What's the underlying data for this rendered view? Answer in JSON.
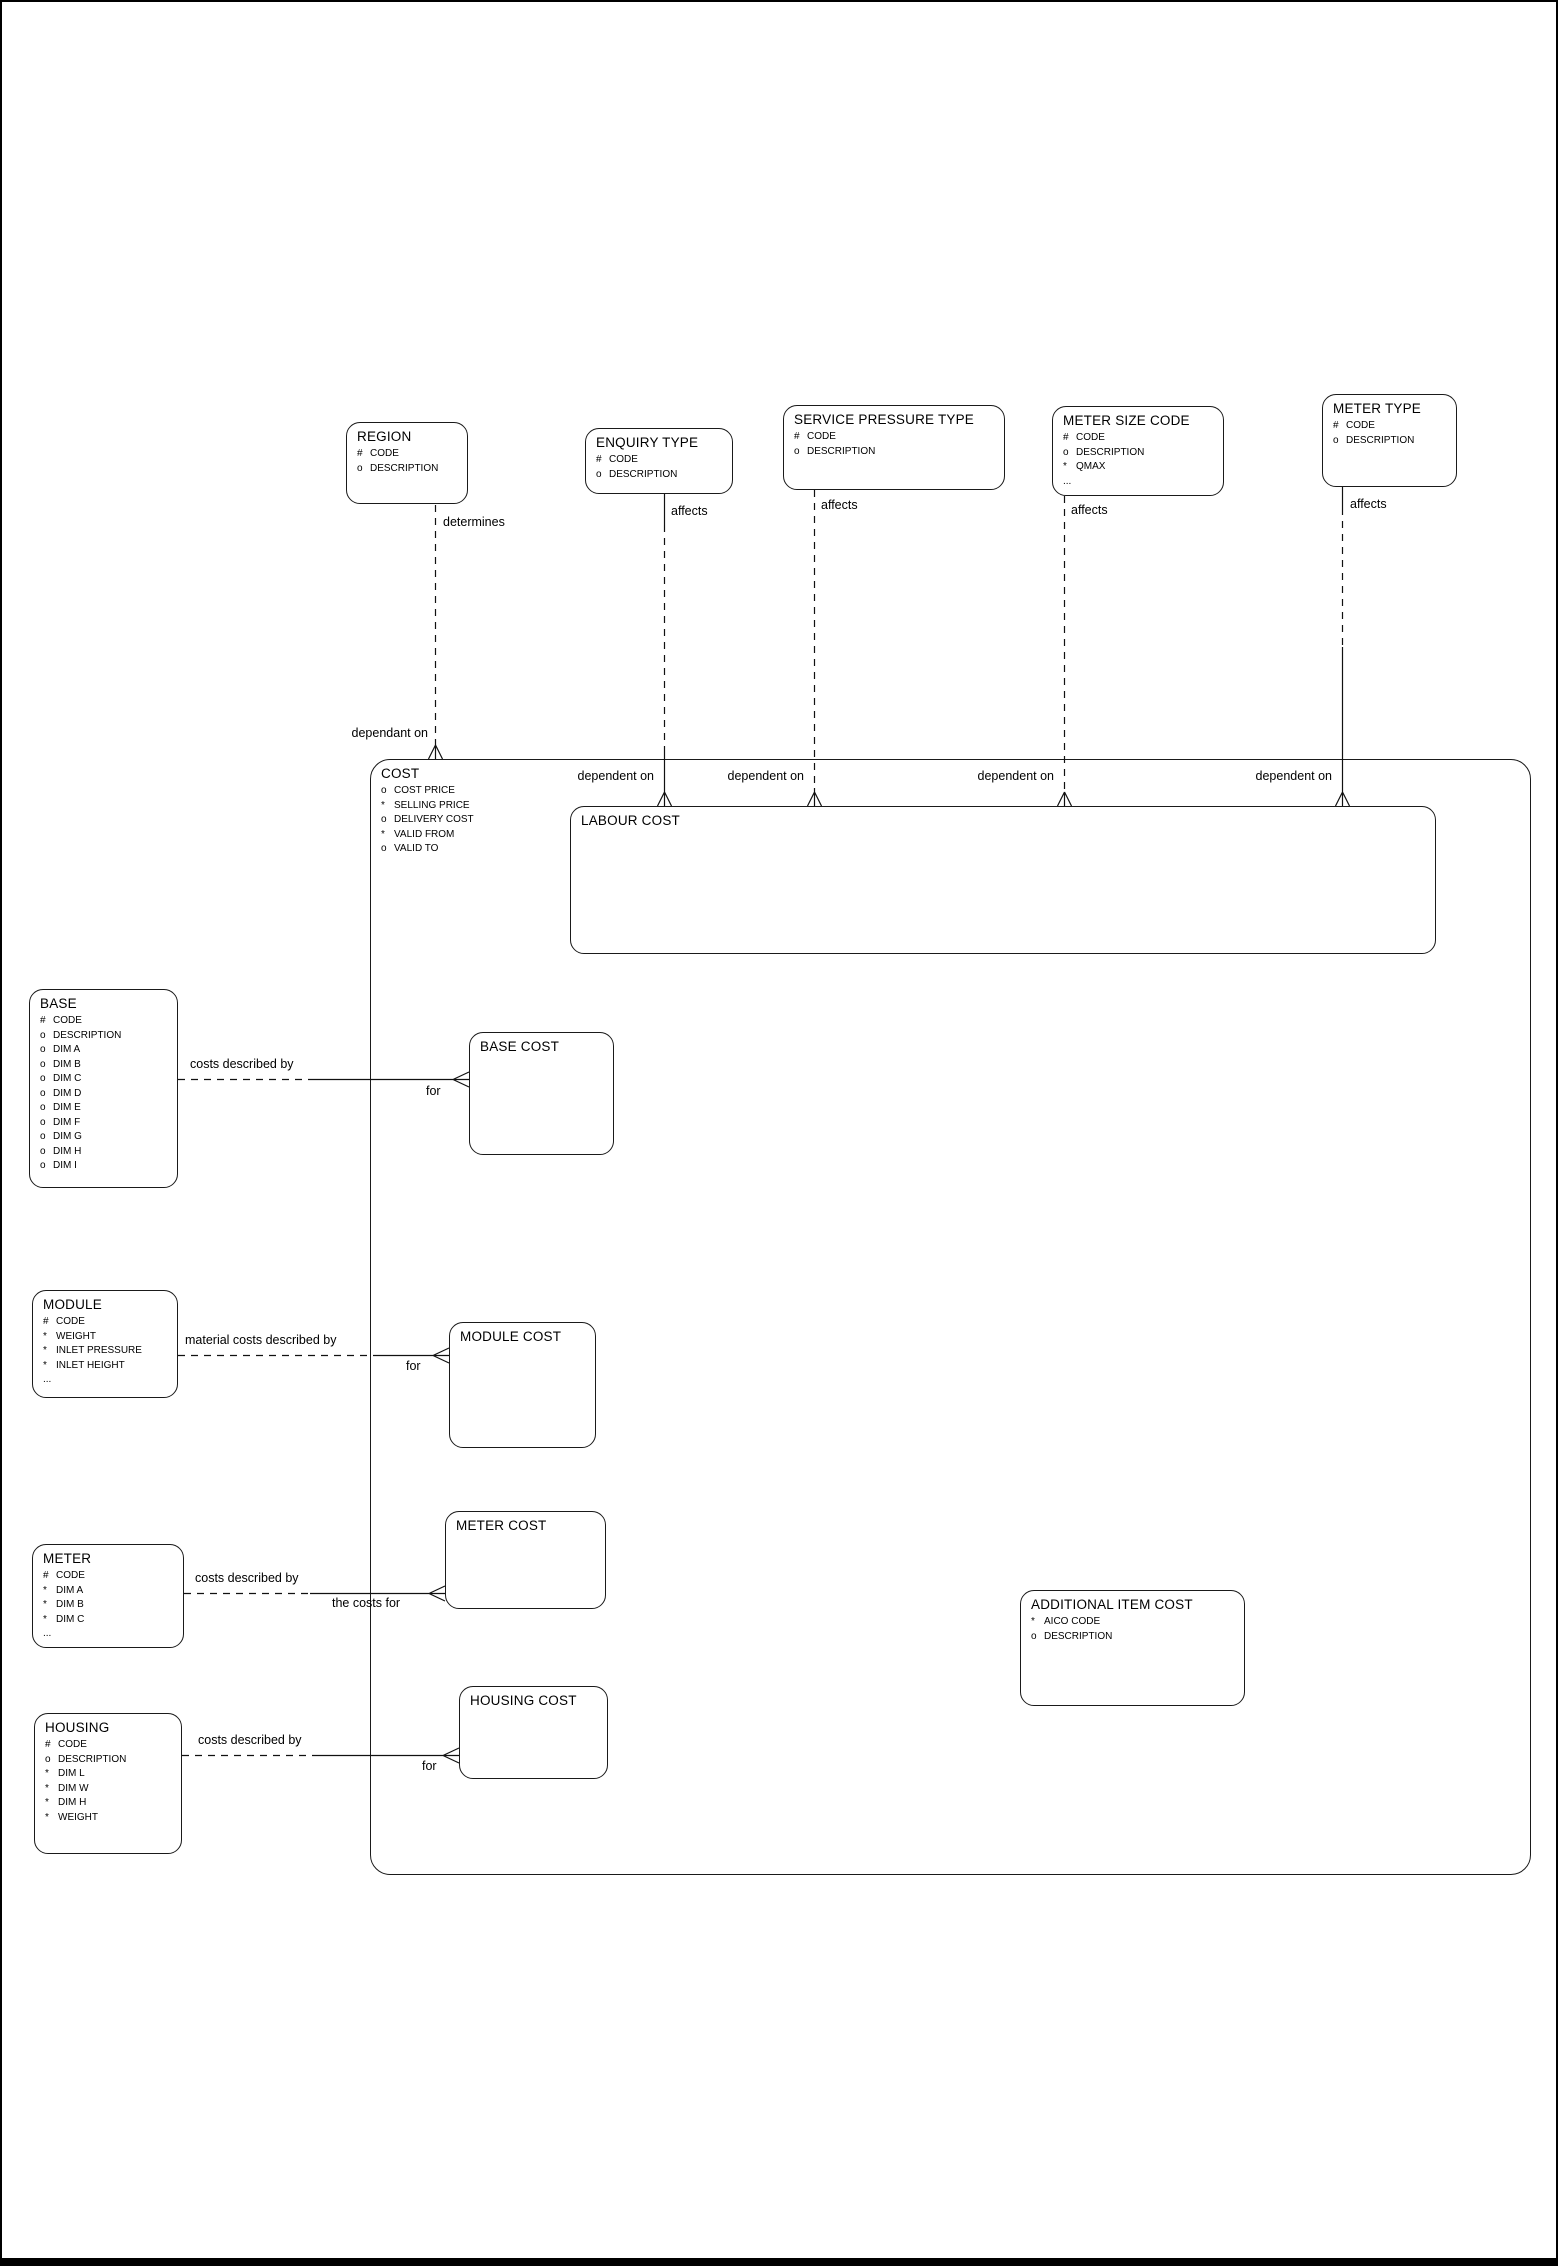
{
  "diagram": {
    "colors": {
      "line": "#000000",
      "background": "#ffffff"
    },
    "entities": {
      "region": {
        "title": "REGION",
        "attrs": [
          {
            "m": "#",
            "n": "CODE"
          },
          {
            "m": "o",
            "n": "DESCRIPTION"
          }
        ]
      },
      "enquiry_type": {
        "title": "ENQUIRY TYPE",
        "attrs": [
          {
            "m": "#",
            "n": "CODE"
          },
          {
            "m": "o",
            "n": "DESCRIPTION"
          }
        ]
      },
      "service_pressure_type": {
        "title": "SERVICE PRESSURE TYPE",
        "attrs": [
          {
            "m": "#",
            "n": "CODE"
          },
          {
            "m": "o",
            "n": "DESCRIPTION"
          }
        ]
      },
      "meter_size_code": {
        "title": "METER SIZE CODE",
        "attrs": [
          {
            "m": "#",
            "n": "CODE"
          },
          {
            "m": "o",
            "n": "DESCRIPTION"
          },
          {
            "m": "*",
            "n": "QMAX"
          },
          {
            "m": "...",
            "n": ""
          }
        ]
      },
      "meter_type": {
        "title": "METER TYPE",
        "attrs": [
          {
            "m": "#",
            "n": "CODE"
          },
          {
            "m": "o",
            "n": "DESCRIPTION"
          }
        ]
      },
      "cost": {
        "title": "COST",
        "attrs": [
          {
            "m": "o",
            "n": "COST PRICE"
          },
          {
            "m": "*",
            "n": "SELLING PRICE"
          },
          {
            "m": "o",
            "n": "DELIVERY COST"
          },
          {
            "m": "*",
            "n": "VALID FROM"
          },
          {
            "m": "o",
            "n": "VALID TO"
          }
        ]
      },
      "labour_cost": {
        "title": "LABOUR COST",
        "attrs": []
      },
      "base": {
        "title": "BASE",
        "attrs": [
          {
            "m": "#",
            "n": "CODE"
          },
          {
            "m": "o",
            "n": "DESCRIPTION"
          },
          {
            "m": "o",
            "n": "DIM A"
          },
          {
            "m": "o",
            "n": "DIM B"
          },
          {
            "m": "o",
            "n": "DIM C"
          },
          {
            "m": "o",
            "n": "DIM D"
          },
          {
            "m": "o",
            "n": "DIM E"
          },
          {
            "m": "o",
            "n": "DIM F"
          },
          {
            "m": "o",
            "n": "DIM G"
          },
          {
            "m": "o",
            "n": "DIM H"
          },
          {
            "m": "o",
            "n": "DIM I"
          }
        ]
      },
      "base_cost": {
        "title": "BASE COST",
        "attrs": []
      },
      "module": {
        "title": "MODULE",
        "attrs": [
          {
            "m": "#",
            "n": "CODE"
          },
          {
            "m": "*",
            "n": "WEIGHT"
          },
          {
            "m": "*",
            "n": "INLET PRESSURE"
          },
          {
            "m": "*",
            "n": "INLET HEIGHT"
          },
          {
            "m": "...",
            "n": ""
          }
        ]
      },
      "module_cost": {
        "title": "MODULE COST",
        "attrs": []
      },
      "meter": {
        "title": "METER",
        "attrs": [
          {
            "m": "#",
            "n": "CODE"
          },
          {
            "m": "*",
            "n": "DIM A"
          },
          {
            "m": "*",
            "n": "DIM B"
          },
          {
            "m": "*",
            "n": "DIM C"
          },
          {
            "m": "...",
            "n": ""
          }
        ]
      },
      "meter_cost": {
        "title": "METER COST",
        "attrs": []
      },
      "housing": {
        "title": "HOUSING",
        "attrs": [
          {
            "m": "#",
            "n": "CODE"
          },
          {
            "m": "o",
            "n": "DESCRIPTION"
          },
          {
            "m": "*",
            "n": "DIM L"
          },
          {
            "m": "*",
            "n": "DIM W"
          },
          {
            "m": "*",
            "n": "DIM H"
          },
          {
            "m": "*",
            "n": "WEIGHT"
          }
        ]
      },
      "housing_cost": {
        "title": "HOUSING COST",
        "attrs": []
      },
      "additional_item_cost": {
        "title": "ADDITIONAL ITEM COST",
        "attrs": [
          {
            "m": "*",
            "n": "AICO CODE"
          },
          {
            "m": "o",
            "n": "DESCRIPTION"
          }
        ]
      }
    },
    "relationships": {
      "region_cost": {
        "near": "determines",
        "far": "dependant on"
      },
      "enquiry_labour": {
        "near": "affects",
        "far": "dependent on"
      },
      "service_labour": {
        "near": "affects",
        "far": "dependent on"
      },
      "metersize_labour": {
        "near": "affects",
        "far": "dependent on"
      },
      "metertype_labour": {
        "near": "affects",
        "far": "dependent on"
      },
      "base_basecost": {
        "near": "costs described by",
        "far": "for"
      },
      "module_modulecost": {
        "near": "material costs described by",
        "far": "for"
      },
      "meter_metercost": {
        "near": "costs described by",
        "far": "the costs for"
      },
      "housing_housingcost": {
        "near": "costs described by",
        "far": "for"
      }
    }
  }
}
